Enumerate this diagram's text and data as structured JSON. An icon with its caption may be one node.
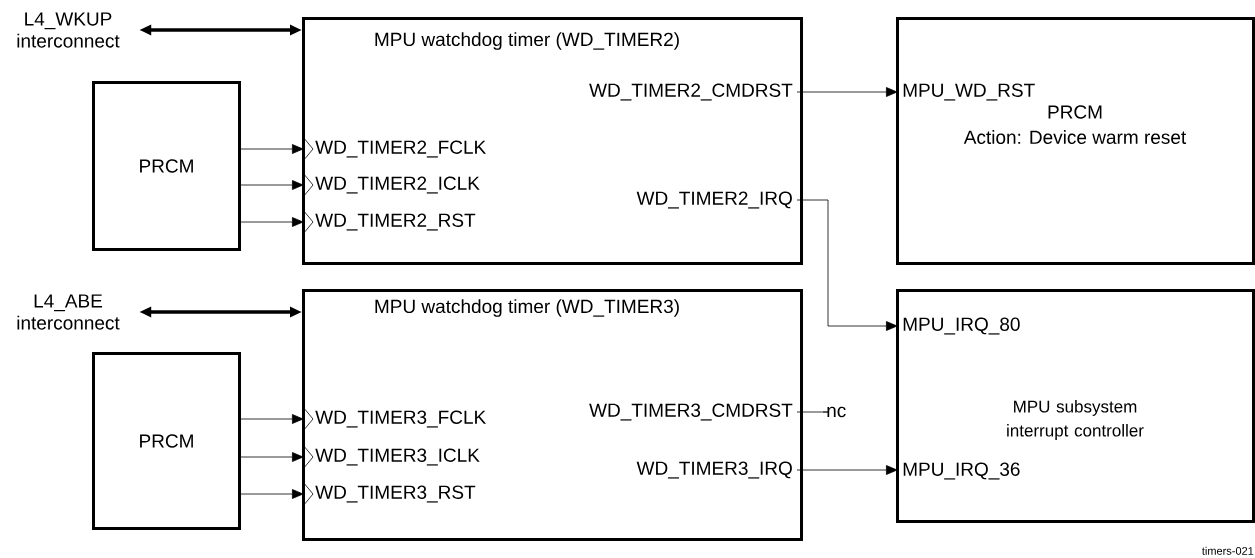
{
  "diagram": {
    "nodes": [
      {
        "text": [
          "L4_WKUP interconnect"
        ]
      },
      {
        "text": [
          "MPU watchdog timer (WD_TIMER2)"
        ]
      },
      {
        "text": [
          "WD_TIMER2_FCLK"
        ],
        "in": 1
      },
      {
        "text": [
          "WD_TIMER2_ICLK"
        ],
        "in": 1
      },
      {
        "text": [
          "WD_TIMER2_RST"
        ],
        "in": 1
      },
      {
        "text": [
          "WD_TIMER2_CMDRST"
        ],
        "in": 1
      },
      {
        "text": [
          "WD_TIMER2_IRQ"
        ],
        "in": 1
      },
      {
        "text": [
          "PRCM"
        ]
      },
      {
        "text": [
          "PRCM",
          "Action: Device warm reset"
        ]
      },
      {
        "text": [
          "MPU_WD_RST"
        ],
        "in": 8
      },
      {
        "text": [
          "L4_ABE interconnect"
        ]
      },
      {
        "text": [
          "MPU watchdog timer (WD_TIMER3)"
        ]
      },
      {
        "text": [
          "WD_TIMER3_FCLK"
        ],
        "in": 11
      },
      {
        "text": [
          "WD_TIMER3_ICLK"
        ],
        "in": 11
      },
      {
        "text": [
          "WD_TIMER3_RST"
        ],
        "in": 11
      },
      {
        "text": [
          "WD_TIMER3_CMDRST"
        ],
        "in": 11
      },
      {
        "text": [
          "WD_TIMER3_IRQ"
        ],
        "in": 11
      },
      {
        "text": [
          "PRCM"
        ]
      },
      {
        "text": [
          "nc"
        ]
      },
      {
        "text": [
          "MPU subsystem interrupt controller"
        ]
      },
      {
        "text": [
          "MPU_IRQ_80"
        ],
        "in": 19
      },
      {
        "text": [
          "MPU_IRQ_36"
        ],
        "in": 19
      }
    ],
    "edges": [
      {
        "from": 0,
        "to": 1,
        "arrow": "both",
        "style": "thick"
      },
      {
        "from": 7,
        "to": 2,
        "arrow": "to"
      },
      {
        "from": 7,
        "to": 3,
        "arrow": "to"
      },
      {
        "from": 7,
        "to": 4,
        "arrow": "to"
      },
      {
        "from": 5,
        "to": 9,
        "arrow": "to"
      },
      {
        "from": 6,
        "to": 20,
        "arrow": "to"
      },
      {
        "from": 10,
        "to": 11,
        "arrow": "both",
        "style": "thick"
      },
      {
        "from": 17,
        "to": 12,
        "arrow": "to"
      },
      {
        "from": 17,
        "to": 13,
        "arrow": "to"
      },
      {
        "from": 17,
        "to": 14,
        "arrow": "to"
      },
      {
        "from": 15,
        "to": 18,
        "arrow": "none"
      },
      {
        "from": 16,
        "to": 21,
        "arrow": "to"
      }
    ],
    "labels": [
      "timers-021"
    ]
  }
}
